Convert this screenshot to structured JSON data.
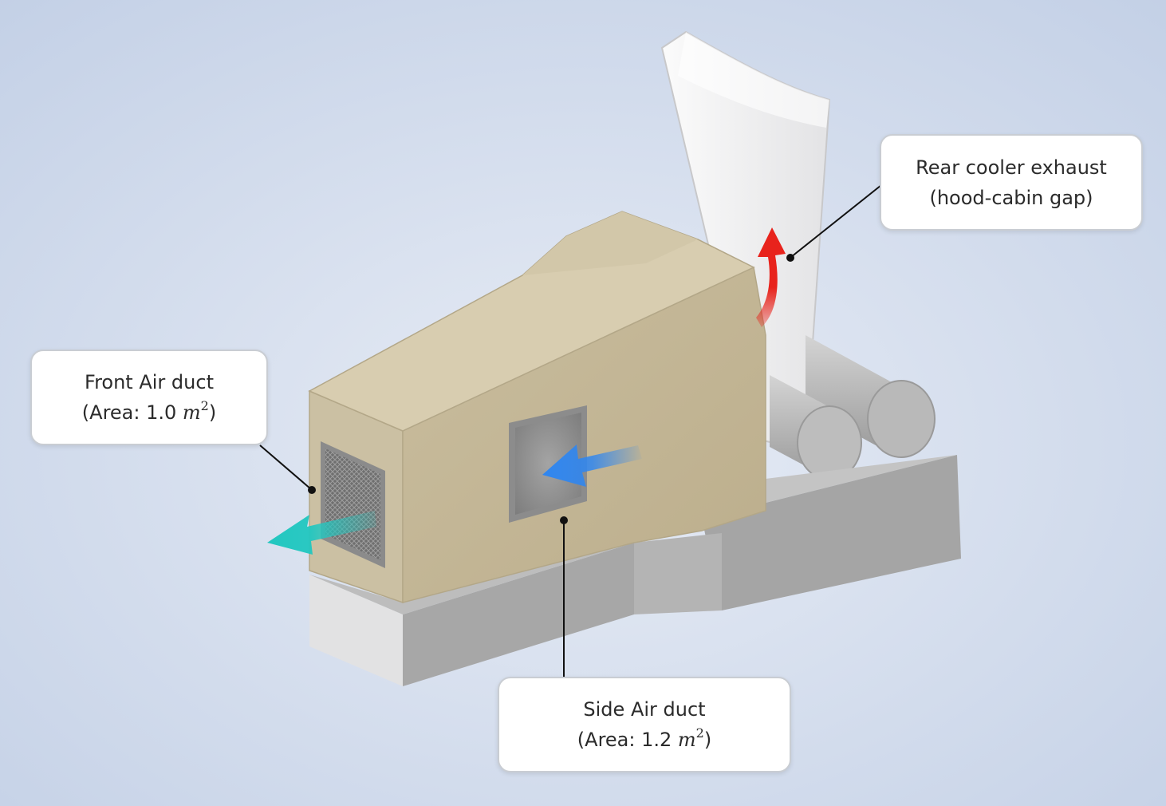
{
  "callouts": {
    "front": {
      "title": "Front Air duct",
      "area_prefix": "(Area: 1.0 ",
      "unit": "m",
      "unit_exponent": "2",
      "area_suffix": ")"
    },
    "side": {
      "title": "Side Air duct",
      "area_prefix": "(Area: 1.2 ",
      "unit": "m",
      "unit_exponent": "2",
      "area_suffix": ")"
    },
    "rear": {
      "line1": "Rear cooler exhaust",
      "line2": "(hood-cabin gap)"
    }
  },
  "arrows": {
    "front_outflow": {
      "color": "#22c7c0",
      "direction": "outward-left"
    },
    "side_inflow": {
      "color": "#2f86f0",
      "direction": "inward-left"
    },
    "rear_exhaust": {
      "color": "#e8231c",
      "direction": "upward"
    }
  },
  "colors": {
    "background": "#d2dcec",
    "hood": "#c8bc9c",
    "base": "#a9a9a9",
    "cabin_panel": "#f1f1f2"
  }
}
